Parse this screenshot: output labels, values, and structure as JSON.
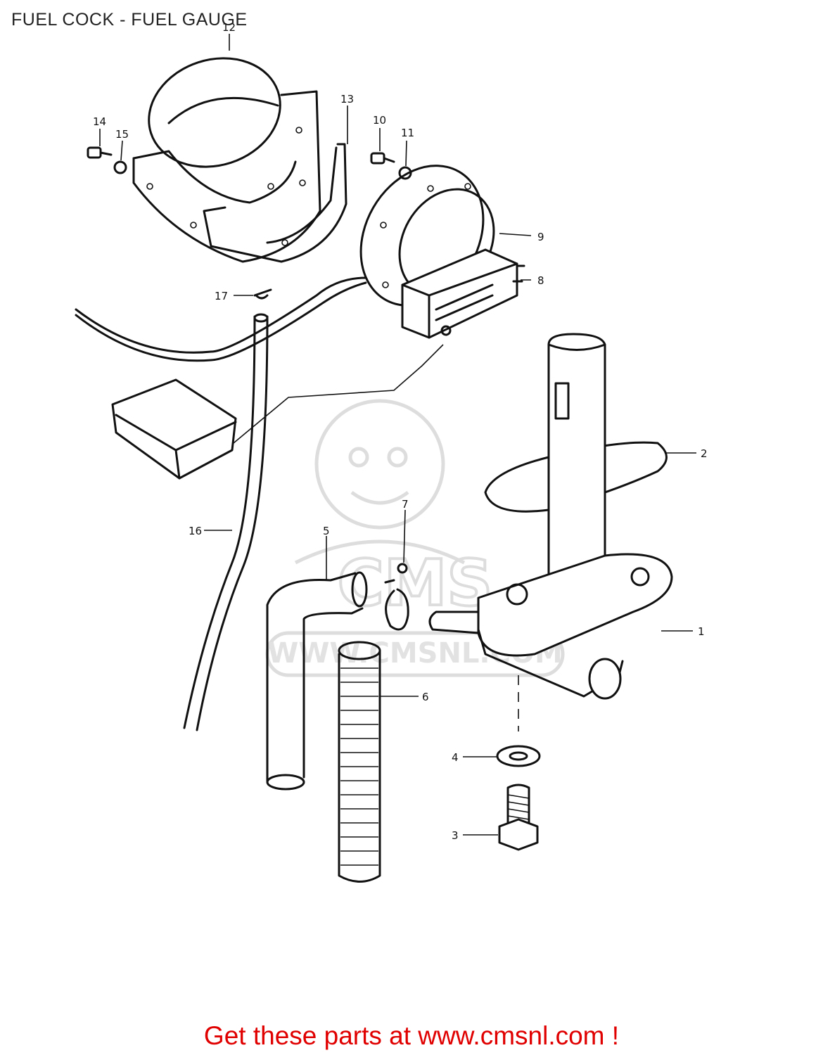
{
  "header": {
    "title": "FUEL COCK - FUEL GAUGE"
  },
  "callouts": [
    {
      "num": "1"
    },
    {
      "num": "2"
    },
    {
      "num": "3"
    },
    {
      "num": "4"
    },
    {
      "num": "5"
    },
    {
      "num": "6"
    },
    {
      "num": "7"
    },
    {
      "num": "8"
    },
    {
      "num": "9"
    },
    {
      "num": "10"
    },
    {
      "num": "11"
    },
    {
      "num": "12"
    },
    {
      "num": "13"
    },
    {
      "num": "14"
    },
    {
      "num": "15"
    },
    {
      "num": "16"
    },
    {
      "num": "17"
    }
  ],
  "watermark": {
    "text": "WWW.CMSNL.COM",
    "logo": "CMS"
  },
  "footer": {
    "link_text": "Get these parts at www.cmsnl.com !",
    "color": "#e00000"
  }
}
